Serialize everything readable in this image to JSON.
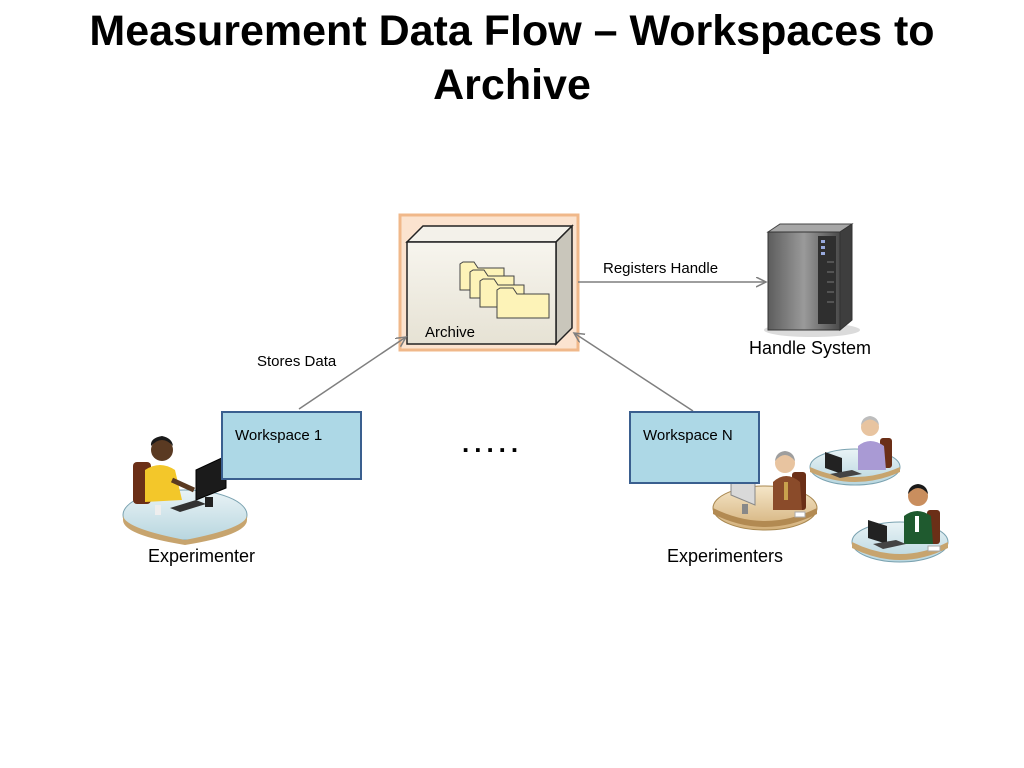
{
  "title": "Measurement Data Flow – Workspaces to Archive",
  "archive": {
    "label": "Archive"
  },
  "handle_system": {
    "label": "Handle System"
  },
  "edges": {
    "stores_data": "Stores Data",
    "registers_handle": "Registers  Handle"
  },
  "workspaces": {
    "first": "Workspace 1",
    "last": "Workspace N",
    "ellipsis": "....."
  },
  "people": {
    "single": "Experimenter",
    "group": "Experimenters"
  },
  "colors": {
    "workspace_fill": "#add8e6",
    "workspace_border": "#3a5f8f",
    "archive_highlight": "#f6c9a3",
    "folder_fill": "#fdf3b8",
    "arrow": "#7f7f7f"
  }
}
